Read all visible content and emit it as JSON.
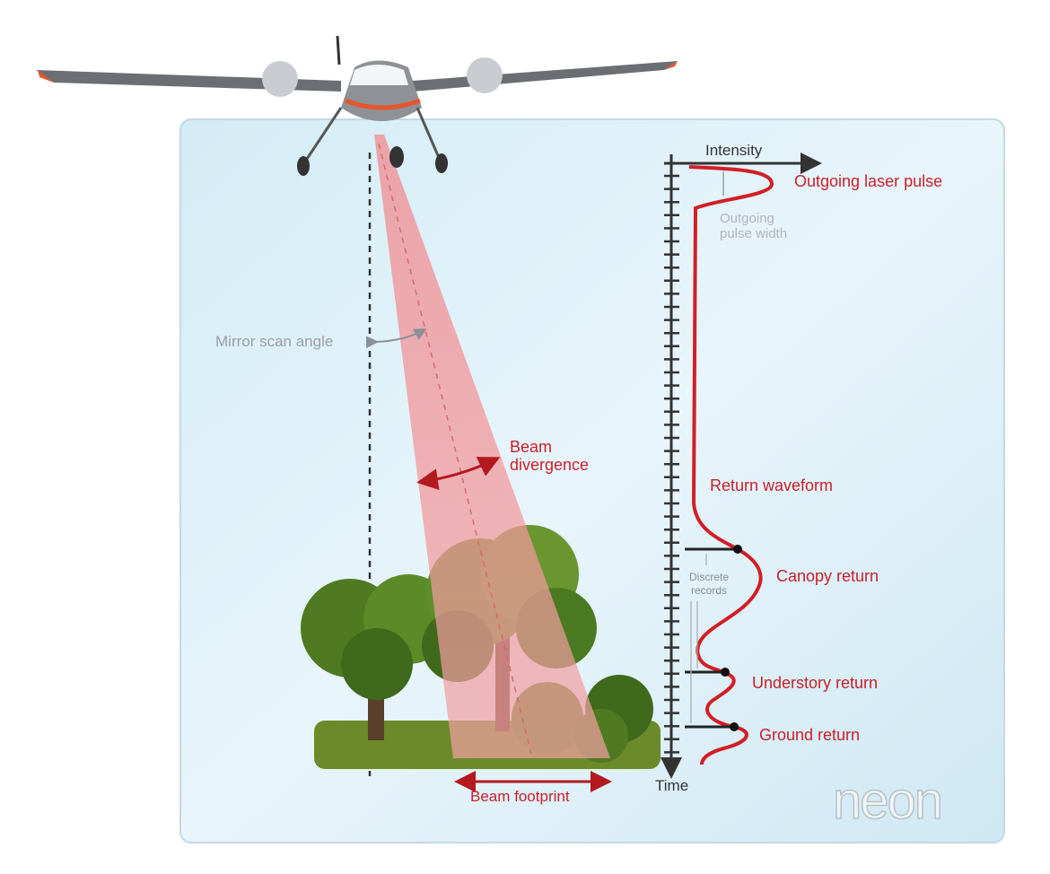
{
  "labels": {
    "intensity": "Intensity",
    "time": "Time",
    "outgoing_pulse": "Outgoing laser pulse",
    "outgoing_width_1": "Outgoing",
    "outgoing_width_2": "pulse width",
    "mirror_scan_angle": "Mirror scan angle",
    "beam_div_1": "Beam",
    "beam_div_2": "divergence",
    "return_waveform": "Return waveform",
    "canopy_return": "Canopy return",
    "discrete_1": "Discrete",
    "discrete_2": "records",
    "understory_return": "Understory return",
    "ground_return": "Ground return",
    "beam_footprint": "Beam footprint"
  },
  "logo": {
    "text": "neon"
  },
  "colors": {
    "accent_red": "#d21f26",
    "label_red": "#c8202a",
    "panel": "#dcf0f8",
    "gray_label": "#9a9fa3"
  }
}
